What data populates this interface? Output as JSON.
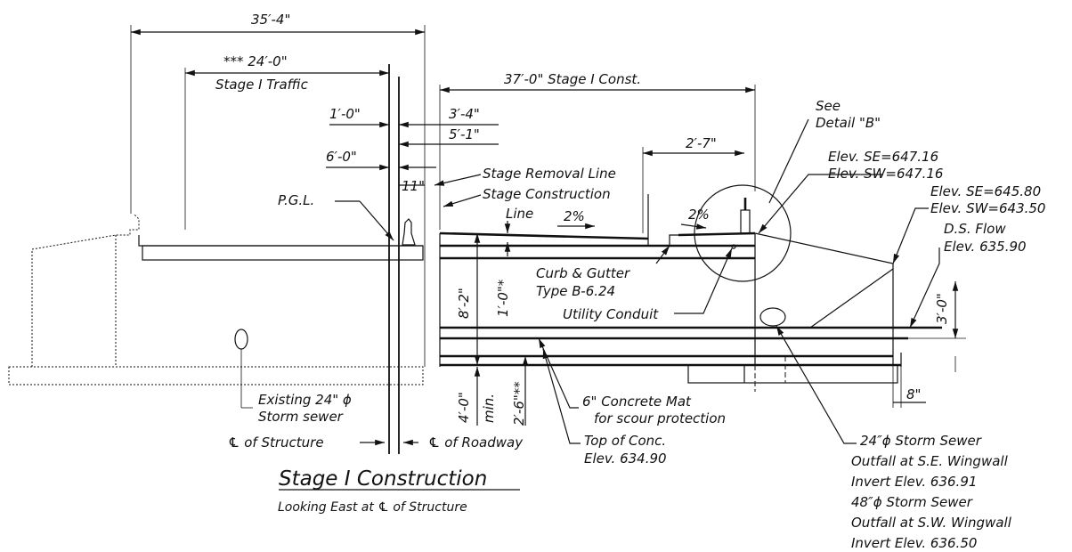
{
  "title": "Stage I Construction",
  "subtitle": "Looking East at ℄ of Structure",
  "dimensions": {
    "d1": "35′-4\"",
    "d2": "*** 24′-0\"",
    "d2_sub": "Stage I Traffic",
    "d3": "37′-0\" Stage I Const.",
    "d4": "1′-0\"",
    "d5": "3′-4\"",
    "d6": "5′-1\"",
    "d7": "6′-0\"",
    "d8": "11\"",
    "d9": "2′-7\"",
    "d10": "8′-2\"",
    "d11": "1′-0\"*",
    "d12": "3′-0\"",
    "d13": "4′-0\"",
    "d14": "min.",
    "d15": "2′-6\"**",
    "d16": "8\""
  },
  "labels": {
    "pgl": "P.G.L.",
    "stage_removal": "Stage Removal Line",
    "stage_construction_1": "Stage Construction",
    "stage_construction_2": "Line",
    "slope_left": "2%",
    "slope_right": "2%",
    "see_detail_1": "See",
    "see_detail_2": "Detail \"B\"",
    "elev1_1": "Elev. SE=647.16",
    "elev1_2": "Elev. SW=647.16",
    "elev2_1": "Elev. SE=645.80",
    "elev2_2": "Elev. SW=643.50",
    "ds_flow_1": "D.S. Flow",
    "ds_flow_2": "Elev. 635.90",
    "curb_1": "Curb & Gutter",
    "curb_2": "Type B-6.24",
    "utility": "Utility Conduit",
    "existing_1": "Existing 24\" ϕ",
    "existing_2": "Storm sewer",
    "cl_structure": "℄ of Structure",
    "cl_roadway": "℄ of Roadway",
    "mat_1": "6\" Concrete Mat",
    "mat_2": "for scour protection",
    "top_conc_1": "Top of Conc.",
    "top_conc_2": "Elev. 634.90",
    "se_sewer_1": "24″ϕ Storm Sewer",
    "se_sewer_2": "Outfall at S.E. Wingwall",
    "se_sewer_3": "Invert Elev. 636.91",
    "sw_sewer_1": "48″ϕ Storm Sewer",
    "sw_sewer_2": "Outfall at S.W. Wingwall",
    "sw_sewer_3": "Invert Elev. 636.50"
  }
}
